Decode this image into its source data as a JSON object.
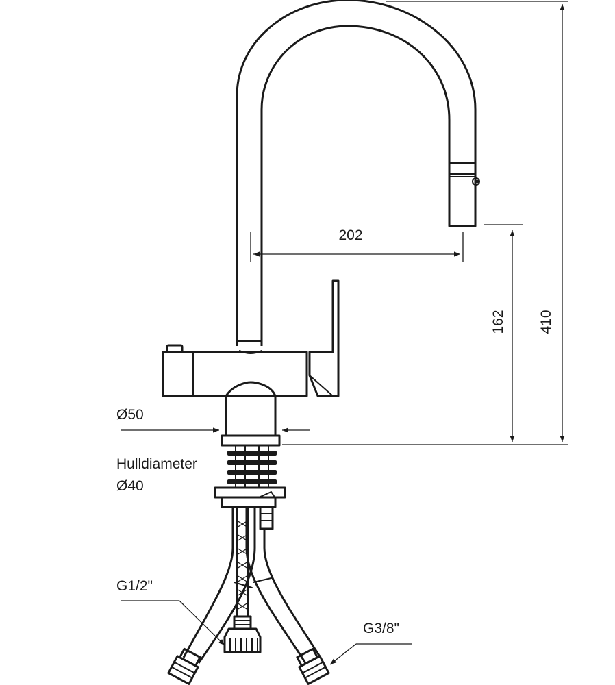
{
  "dimensions": {
    "reach": "202",
    "spout_height": "162",
    "total_height": "410",
    "base_diameter": "Ø50"
  },
  "labels": {
    "hole_title": "Hulldiameter",
    "hole_diameter": "Ø40",
    "hot_cold_connection": "G1/2\"",
    "filtered_connection": "G3/8\""
  },
  "colors": {
    "line": "#1a1a1a",
    "background": "#ffffff"
  }
}
